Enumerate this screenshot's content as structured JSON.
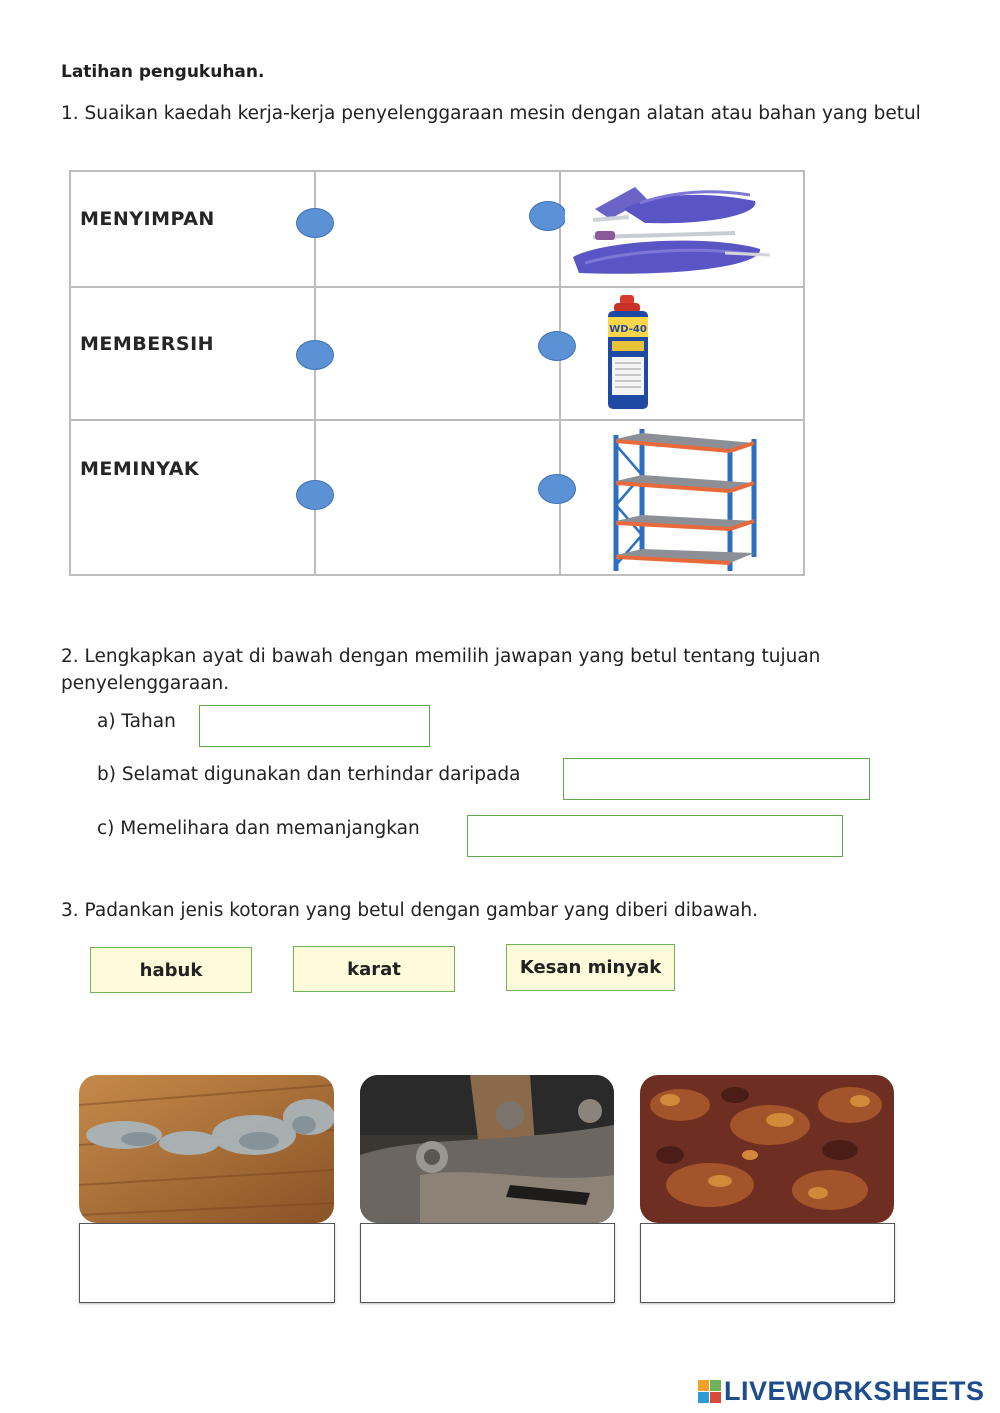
{
  "header": {
    "title": "Latihan pengukuhan."
  },
  "q1": {
    "prompt": "1. Suaikan kaedah kerja-kerja penyelenggaraan mesin dengan alatan atau bahan yang betul",
    "rows": [
      "MENYIMPAN",
      "MEMBERSIH",
      "MEMINYAK"
    ],
    "images": [
      "duster-icon",
      "lubricant-spray-can-icon",
      "storage-rack-icon"
    ],
    "can_brand": "WD-40"
  },
  "q2": {
    "prompt": "2. Lengkapkan ayat di bawah dengan memilih jawapan yang betul tentang tujuan penyelenggaraan.",
    "items": [
      {
        "label": "a)  Tahan",
        "value": ""
      },
      {
        "label": "b)  Selamat digunakan dan terhindar daripada",
        "value": ""
      },
      {
        "label": "c)  Memelihara dan memanjangkan",
        "value": ""
      }
    ]
  },
  "q3": {
    "prompt": "3. Padankan jenis kotoran yang betul dengan gambar yang diberi dibawah.",
    "options": [
      "habuk",
      "karat",
      "Kesan minyak"
    ],
    "photos": [
      "dust-photo",
      "oily-engine-photo",
      "rust-photo"
    ],
    "answers": [
      "",
      "",
      ""
    ]
  },
  "footer": {
    "logo_text": "LIVEWORKSHEETS"
  },
  "colors": {
    "dot": "#5b92d6",
    "blank_border": "#5da84a",
    "chip_bg": "#fdfbd9",
    "logo": "#1f4d8c"
  }
}
